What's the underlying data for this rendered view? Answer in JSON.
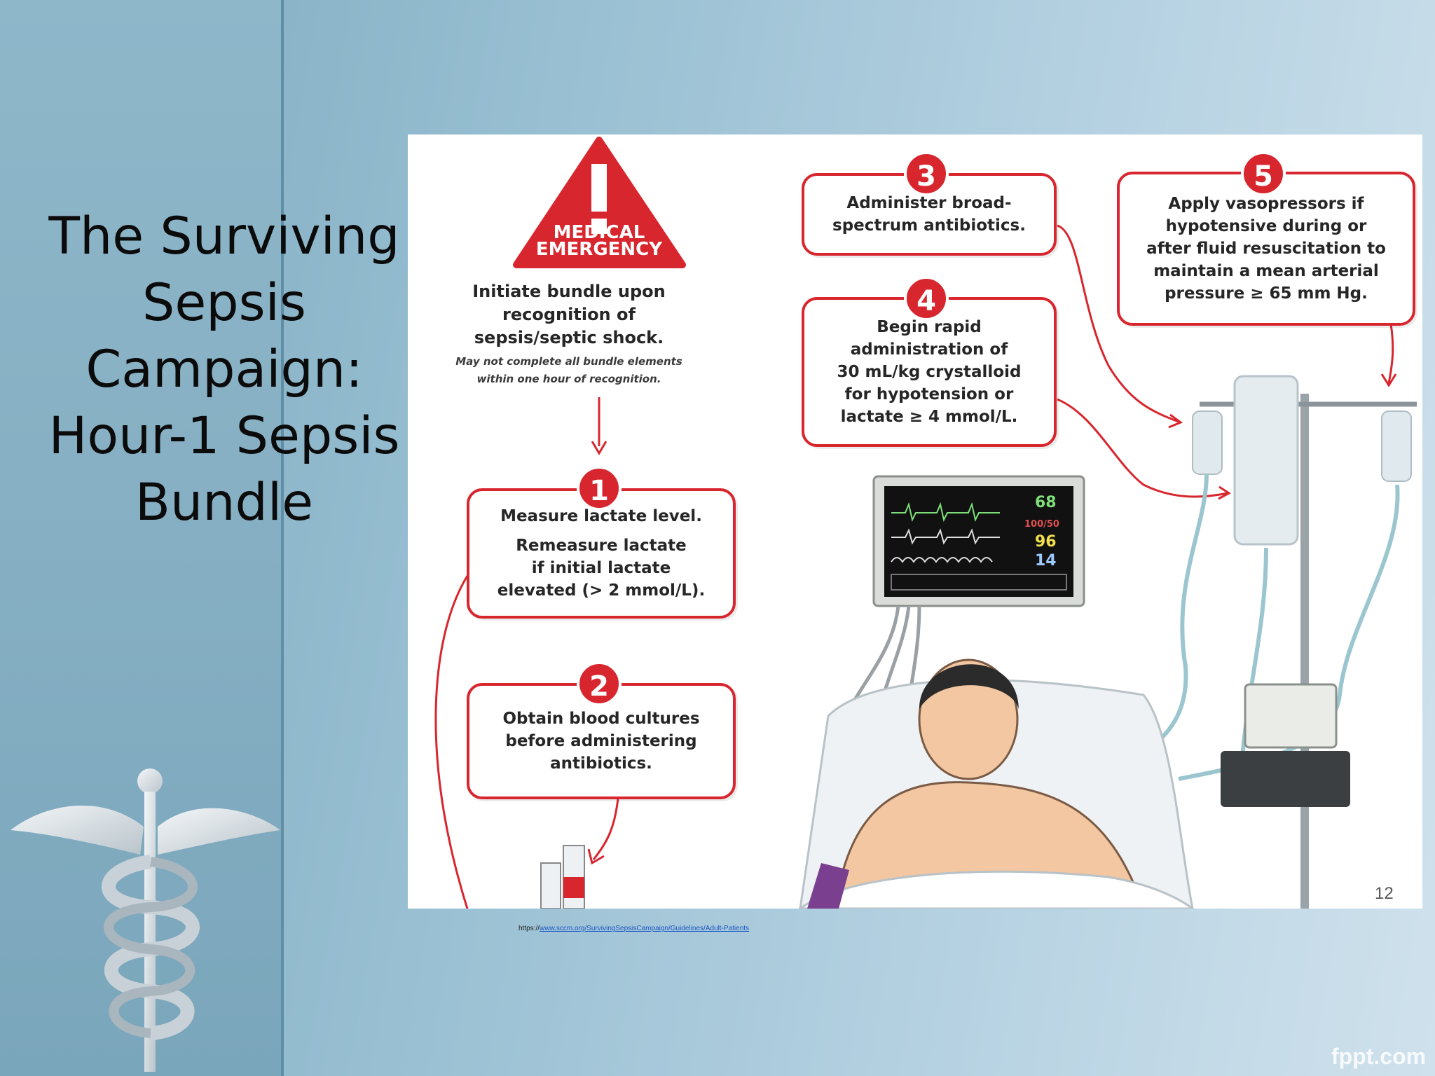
{
  "slide": {
    "title": "The Surviving Sepsis Campaign: Hour-1 Sepsis Bundle",
    "page_number": "12",
    "source_prefix": "https://",
    "source_link": "www.sccm.org/SurvivingSepsisCampaign/Guidelines/Adult-Patients",
    "brand": "fppt.com"
  },
  "figure": {
    "warning_line1": "MEDICAL",
    "warning_line2": "EMERGENCY",
    "initiate_text": "Initiate bundle upon\nrecognition of\nsepsis/septic shock.",
    "note_text": "May not complete all bundle elements\nwithin one hour of recognition.",
    "steps": [
      {
        "number": "1",
        "text": "Measure lactate level.",
        "text2": "Remeasure lactate\nif initial lactate\nelevated (> 2 mmol/L)."
      },
      {
        "number": "2",
        "text": "Obtain blood cultures\nbefore administering\nantibiotics."
      },
      {
        "number": "3",
        "text": "Administer broad-\nspectrum antibiotics."
      },
      {
        "number": "4",
        "text": "Begin rapid\nadministration of\n30 mL/kg crystalloid\nfor hypotension or\nlactate ≥ 4 mmol/L."
      },
      {
        "number": "5",
        "text": "Apply vasopressors if\nhypotensive during or\nafter fluid resuscitation to\nmaintain a mean arterial\npressure ≥ 65 mm Hg."
      }
    ],
    "monitor": {
      "hr": "68",
      "bp": "100/50",
      "spo2": "96",
      "rr": "14"
    }
  },
  "colors": {
    "accent_red": "#d8262e",
    "monitor_green": "#7fe07a",
    "monitor_yellow": "#f2e04a"
  }
}
